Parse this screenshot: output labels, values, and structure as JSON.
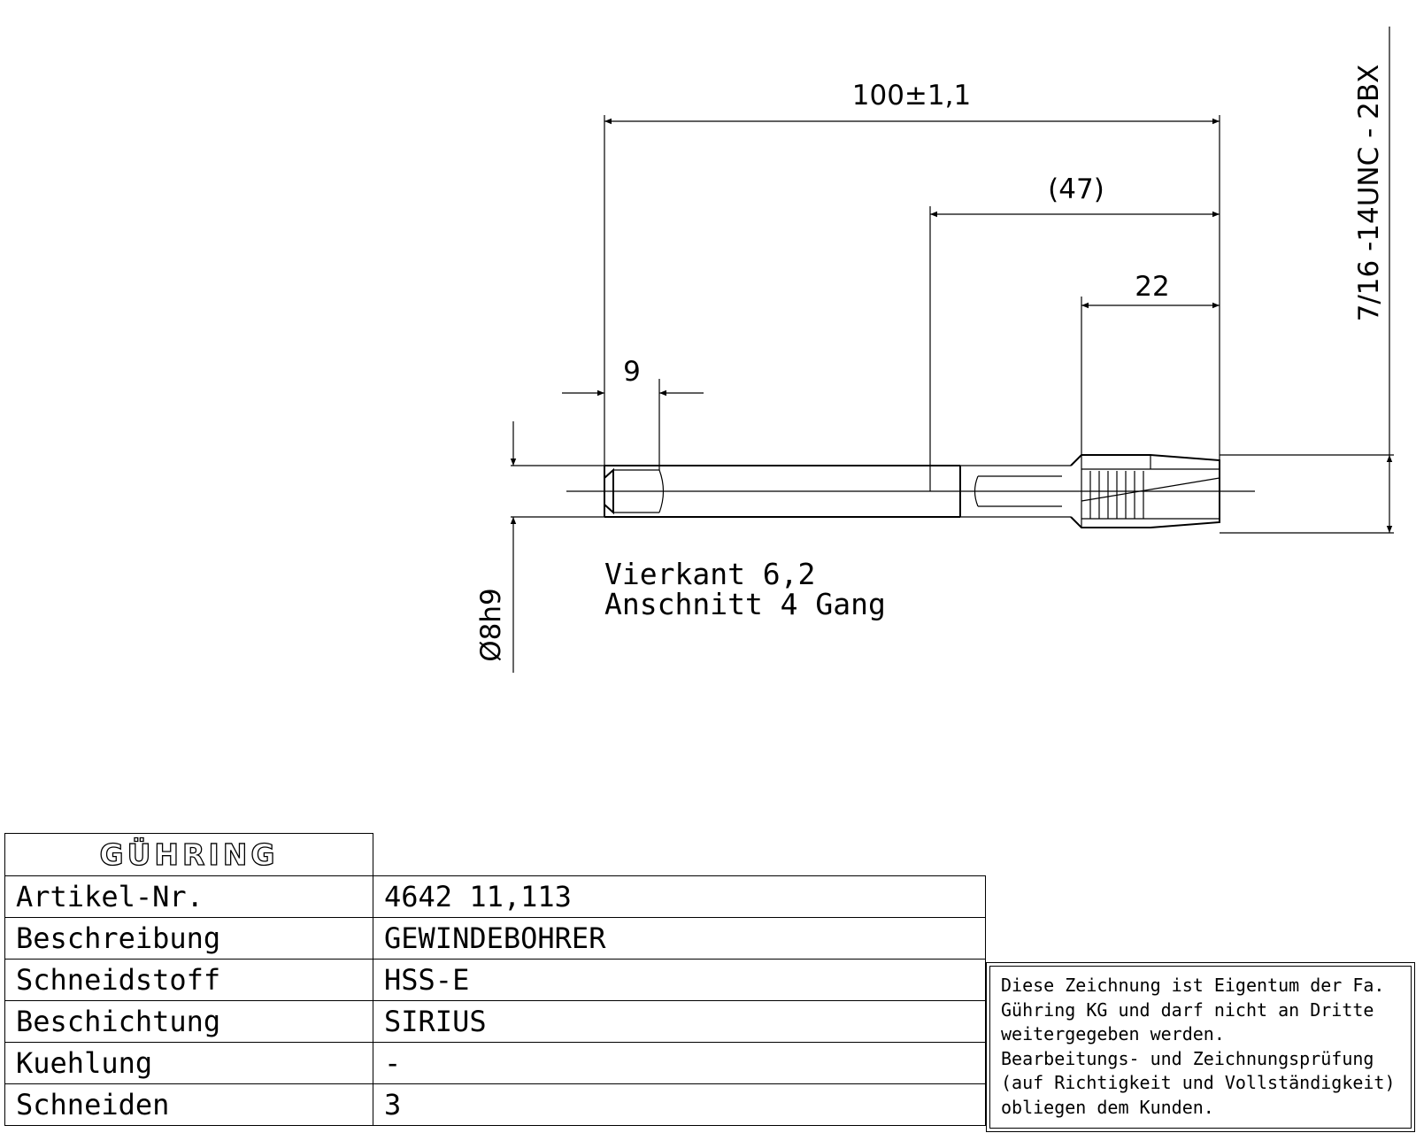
{
  "drawing": {
    "dim_overall_length": "100±1,1",
    "dim_thread_reference": "(47)",
    "dim_thread_length": "22",
    "dim_square_length": "9",
    "dim_shank_diameter": "Ø8h9",
    "thread_spec": "7/16 -14UNC - 2BX",
    "note_square": "Vierkant 6,2",
    "note_chamfer": "Anschnitt 4 Gang"
  },
  "title_block": {
    "logo_text": "GÜHRING",
    "rows": [
      {
        "label": "Artikel-Nr.",
        "value": "4642 11,113"
      },
      {
        "label": "Beschreibung",
        "value": "GEWINDEBOHRER"
      },
      {
        "label": "Schneidstoff",
        "value": "HSS-E"
      },
      {
        "label": "Beschichtung",
        "value": "SIRIUS"
      },
      {
        "label": "Kuehlung",
        "value": "-"
      },
      {
        "label": "Schneiden",
        "value": "3"
      }
    ]
  },
  "notice": {
    "lines": [
      "Diese Zeichnung ist Eigentum der Fa.",
      "Gühring KG und darf nicht an Dritte",
      "weitergegeben werden.",
      "Bearbeitungs- und Zeichnungsprüfung",
      "(auf Richtigkeit und Vollständigkeit)",
      "obliegen dem Kunden."
    ]
  }
}
